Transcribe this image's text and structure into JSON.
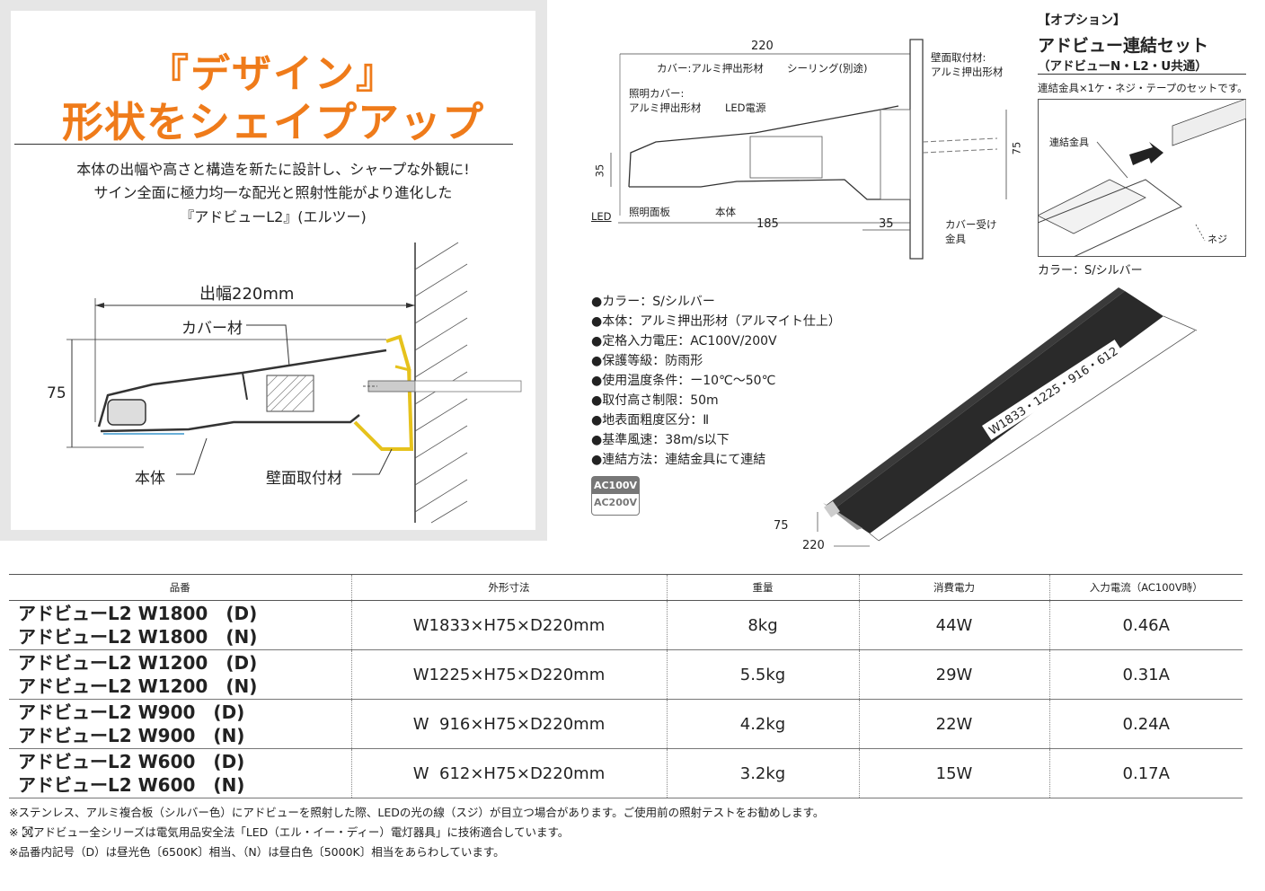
{
  "hero": {
    "headline1": "『デザイン』",
    "headline2": "形状をシェイプアップ",
    "desc1": "本体の出幅や高さと構造を新たに設計し、シャープな外観に!",
    "desc2": "サイン全面に極力均一な配光と照射性能がより進化した",
    "desc3": "『アドビューL2』(エルツー)"
  },
  "section_diagram": {
    "width_label": "出幅220mm",
    "height_value": "75",
    "cover_label": "カバー材",
    "body_label": "本体",
    "wall_label": "壁面取付材"
  },
  "tech_diagram": {
    "dim_220": "220",
    "dim_35_left": "35",
    "dim_185": "185",
    "dim_35_bottom": "35",
    "dim_75": "75",
    "cover_material": "カバー:アルミ押出形材",
    "sealing": "シーリング(別途)",
    "wall_mount_1": "壁面取付材:",
    "wall_mount_2": "アルミ押出形材",
    "light_cover_1": "照明カバー:",
    "light_cover_2": "アルミ押出形材",
    "led_power": "LED電源",
    "led": "LED",
    "light_plate": "照明面板",
    "body": "本体",
    "cover_bracket_1": "カバー受け",
    "cover_bracket_2": "金具"
  },
  "option": {
    "tag": "【オプション】",
    "title": "アドビュー連結セット",
    "subtitle": "（アドビューN・L2・U共通）",
    "desc": "連結金具×1ケ・ネジ・テープのセットです。",
    "joint_label": "連結金具",
    "screw_label": "ネジ",
    "color": "カラー：S/シルバー"
  },
  "specs": [
    "●カラー：S/シルバー",
    "●本体：アルミ押出形材（アルマイト仕上）",
    "●定格入力電圧：AC100V/200V",
    "●保護等級：防雨形",
    "●使用温度条件：ー10℃〜50℃",
    "●取付高さ制限：50m",
    "●地表面粗度区分：Ⅱ",
    "●基準風速：38m/s以下",
    "●連結方法：連結金具にて連結"
  ],
  "badge": {
    "line1": "AC100V",
    "line2": "AC200V"
  },
  "product_image": {
    "length_label": "W1833・1225・916・612",
    "height_label": "75",
    "depth_label": "220"
  },
  "table": {
    "headers": [
      "品番",
      "外形寸法",
      "重量",
      "消費電力",
      "入力電流（AC100V時）"
    ],
    "rows": [
      {
        "model_d": "アドビューL2 W1800　(D)",
        "model_n": "アドビューL2 W1800　(N)",
        "size": "W1833×H75×D220mm",
        "weight": "8kg",
        "power": "44W",
        "current": "0.46A"
      },
      {
        "model_d": "アドビューL2 W1200　(D)",
        "model_n": "アドビューL2 W1200　(N)",
        "size": "W1225×H75×D220mm",
        "weight": "5.5kg",
        "power": "29W",
        "current": "0.31A"
      },
      {
        "model_d": "アドビューL2 W900　(D)",
        "model_n": "アドビューL2 W900　(N)",
        "size": "W  916×H75×D220mm",
        "weight": "4.2kg",
        "power": "22W",
        "current": "0.24A"
      },
      {
        "model_d": "アドビューL2 W600　(D)",
        "model_n": "アドビューL2 W600　(N)",
        "size": "W  612×H75×D220mm",
        "weight": "3.2kg",
        "power": "15W",
        "current": "0.17A"
      }
    ]
  },
  "notes": [
    "※ステンレス、アルミ複合板（シルバー色）にアドビューを照射した際、LEDの光の線（スジ）が目立つ場合があります。ご使用前の照射テストをお勧めします。",
    "※ ㉊アドビュー全シリーズは電気用品安全法「LED（エル・イー・ディー）電灯器具」に技術適合しています。",
    "※品番内記号（D）は昼光色〔6500K〕相当、（N）は昼白色〔5000K〕相当をあらわしています。"
  ],
  "colors": {
    "accent": "#ef7b1a",
    "mount_yellow": "#e6c21c",
    "frame_gray": "#e6e6e6"
  }
}
